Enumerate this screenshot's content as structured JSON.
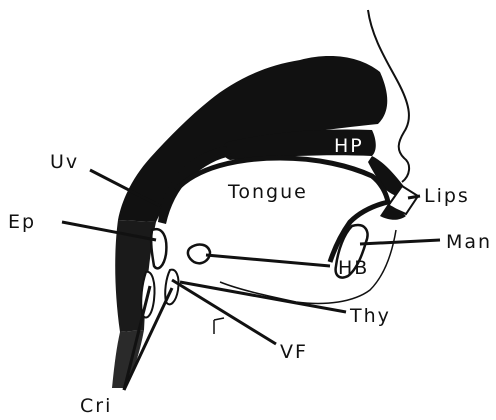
{
  "figure": {
    "labels": {
      "uvula": "Uv",
      "epiglottis": "Ep",
      "hard_palate": "HP",
      "tongue": "Tongue",
      "lips": "Lips",
      "mandible": "Man",
      "hyoid_bone": "HB",
      "thyroid": "Thy",
      "vocal_folds": "VF",
      "cricoid": "Cri"
    },
    "colors": {
      "ink": "#111111",
      "paper": "#ffffff"
    }
  }
}
